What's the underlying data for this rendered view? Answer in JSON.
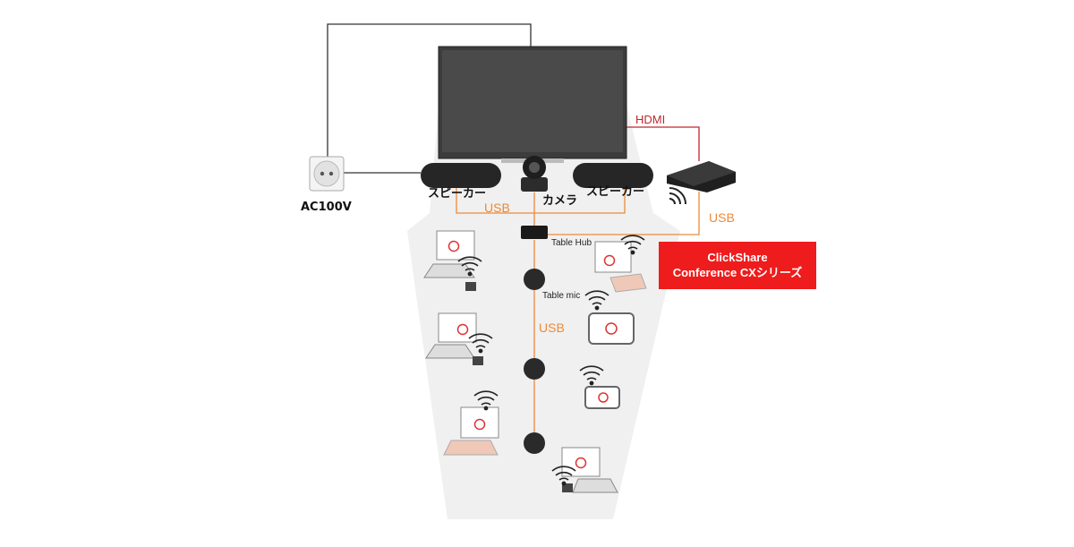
{
  "labels": {
    "ac": "AC100V",
    "speaker_left": "スピーカー",
    "camera": "カメラ",
    "speaker_right": "スピーカー",
    "usb_top": "USB",
    "usb_right": "USB",
    "usb_vertical": "USB",
    "hdmi": "HDMI",
    "table_hub": "Table Hub",
    "table_mic": "Table mic"
  },
  "brand": {
    "line1": "ClickShare",
    "line2": "Conference CXシリーズ"
  },
  "colors": {
    "accent_red": "#ee1c1c",
    "usb_orange": "#ec8a3a",
    "hdmi_red": "#c0272d",
    "room_floor": "#efefef"
  }
}
